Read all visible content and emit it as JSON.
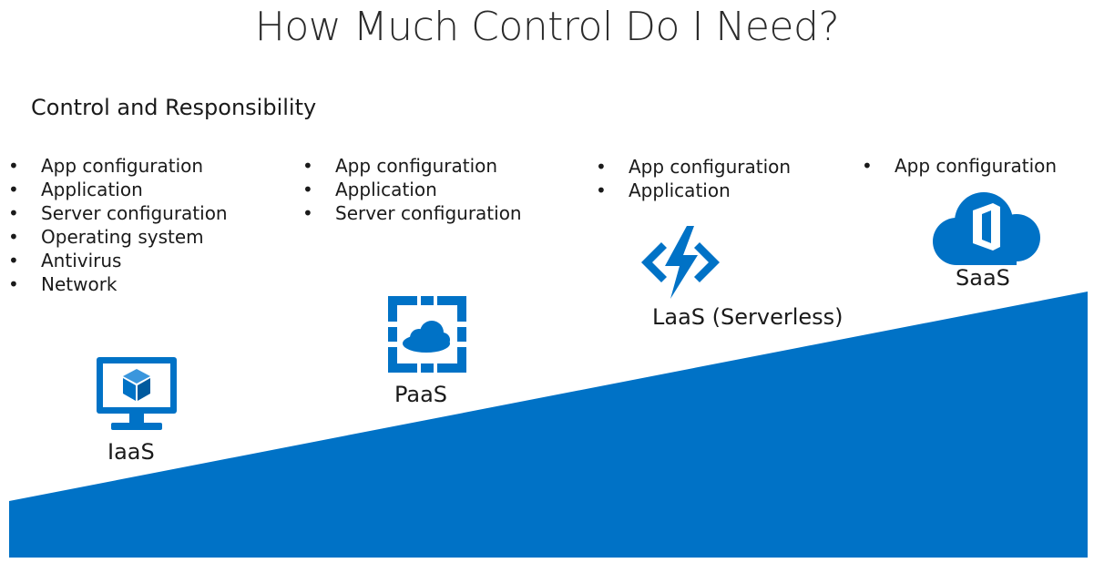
{
  "title": "How Much Control Do I Need?",
  "subtitle": "Control and Responsibility",
  "colors": {
    "brand_blue": "#0072C6",
    "text": "#1a1a1a"
  },
  "services": {
    "iaas": {
      "label": "IaaS",
      "icon": "virtual-machine-monitor-icon",
      "items": [
        "App configuration",
        "Application",
        "Server configuration",
        "Operating system",
        "Antivirus",
        "Network"
      ]
    },
    "paas": {
      "label": "PaaS",
      "icon": "app-service-cloud-icon",
      "items": [
        "App configuration",
        "Application",
        "Server configuration"
      ]
    },
    "laas": {
      "label": "LaaS (Serverless)",
      "icon": "lightning-brackets-icon",
      "items": [
        "App configuration",
        "Application"
      ]
    },
    "saas": {
      "label": "SaaS",
      "icon": "office-cloud-icon",
      "items": [
        "App configuration"
      ]
    }
  }
}
